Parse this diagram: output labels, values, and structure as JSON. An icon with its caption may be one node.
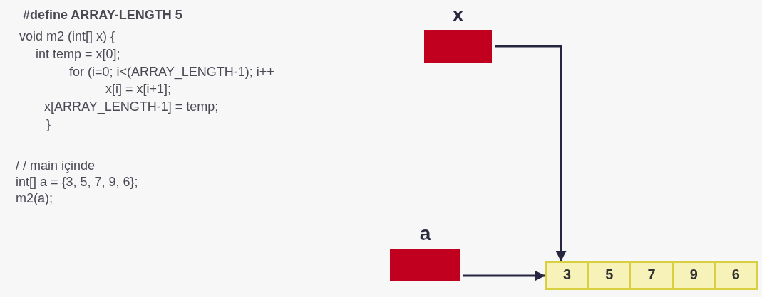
{
  "diagram": {
    "nodes": [
      {
        "text": [
          "x"
        ]
      },
      {
        "text": [
          "a"
        ]
      },
      {
        "text": [],
        "shape": "box"
      },
      {
        "text": [
          "3"
        ],
        "in": 2
      },
      {
        "text": [
          "5"
        ],
        "in": 2
      },
      {
        "text": [
          "7"
        ],
        "in": 2
      },
      {
        "text": [
          "9"
        ],
        "in": 2
      },
      {
        "text": [
          "6"
        ],
        "in": 2
      }
    ],
    "edges": [
      {
        "from": 0,
        "to": 2,
        "arrow": "to"
      },
      {
        "from": 1,
        "to": 2,
        "arrow": "to"
      }
    ],
    "labels": [
      "#define ARRAY-LENGTH 5",
      "void m2 (int[] x) {",
      "int temp = x[0];",
      "for (i=0; i<(ARRAY_LENGTH-1); i++",
      "x[i] = x[i+1];",
      "x[ARRAY_LENGTH-1] = temp;",
      "}",
      "/ / main içinde",
      "int[] a = {3, 5, 7, 9, 6};",
      "m2(a);"
    ]
  }
}
